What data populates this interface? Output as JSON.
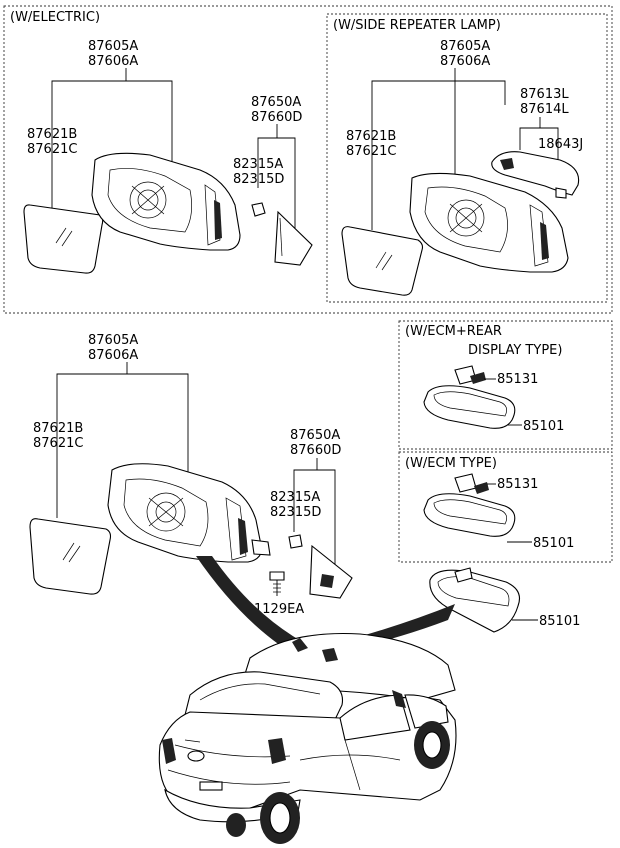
{
  "sections": {
    "electric": "(W/ELECTRIC)",
    "side_repeater": "(W/SIDE REPEATER LAMP)",
    "ecm_rear_line1": "(W/ECM+REAR",
    "ecm_rear_line2": "DISPLAY TYPE)",
    "ecm": "(W/ECM TYPE)"
  },
  "labels": {
    "e_mirror_1": "87605A",
    "e_mirror_2": "87606A",
    "e_glass_1": "87621B",
    "e_glass_2": "87621C",
    "e_cover_1": "87650A",
    "e_cover_2": "87660D",
    "e_grommet_1": "82315A",
    "e_grommet_2": "82315D",
    "s_mirror_1": "87605A",
    "s_mirror_2": "87606A",
    "s_lamp_1": "87613L",
    "s_lamp_2": "87614L",
    "s_bulb": "18643J",
    "s_glass_1": "87621B",
    "s_glass_2": "87621C",
    "m_mirror_1": "87605A",
    "m_mirror_2": "87606A",
    "m_glass_1": "87621B",
    "m_glass_2": "87621C",
    "m_cover_1": "87650A",
    "m_cover_2": "87660D",
    "m_grommet_1": "82315A",
    "m_grommet_2": "82315D",
    "m_screw": "1129EA",
    "r1_cover": "85131",
    "r1_mirror": "85101",
    "r2_cover": "85131",
    "r2_mirror": "85101",
    "r3_mirror": "85101"
  }
}
